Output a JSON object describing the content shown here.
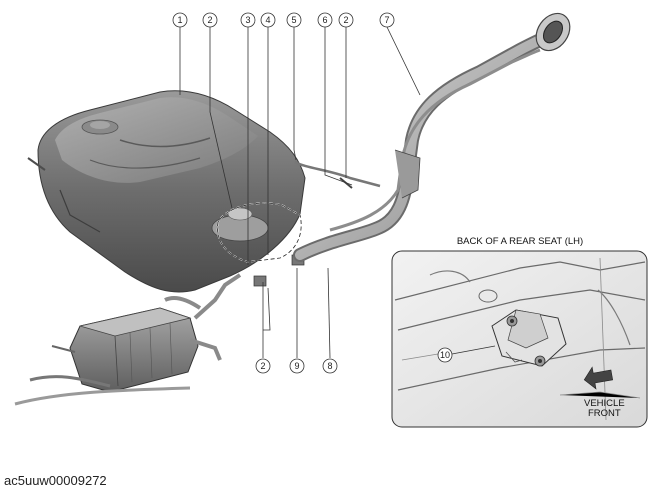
{
  "callouts": [
    {
      "id": "c1",
      "label": "1"
    },
    {
      "id": "c2a",
      "label": "2"
    },
    {
      "id": "c3",
      "label": "3"
    },
    {
      "id": "c4",
      "label": "4"
    },
    {
      "id": "c5",
      "label": "5"
    },
    {
      "id": "c6",
      "label": "6"
    },
    {
      "id": "c2b",
      "label": "2"
    },
    {
      "id": "c7",
      "label": "7"
    },
    {
      "id": "c2c",
      "label": "2"
    },
    {
      "id": "c9",
      "label": "9"
    },
    {
      "id": "c8",
      "label": "8"
    },
    {
      "id": "c10",
      "label": "10"
    }
  ],
  "inset": {
    "title": "BACK OF A REAR SEAT (LH)",
    "front_label_line1": "VEHICLE",
    "front_label_line2": "FRONT"
  },
  "doc_id": "ac5uuw00009272"
}
